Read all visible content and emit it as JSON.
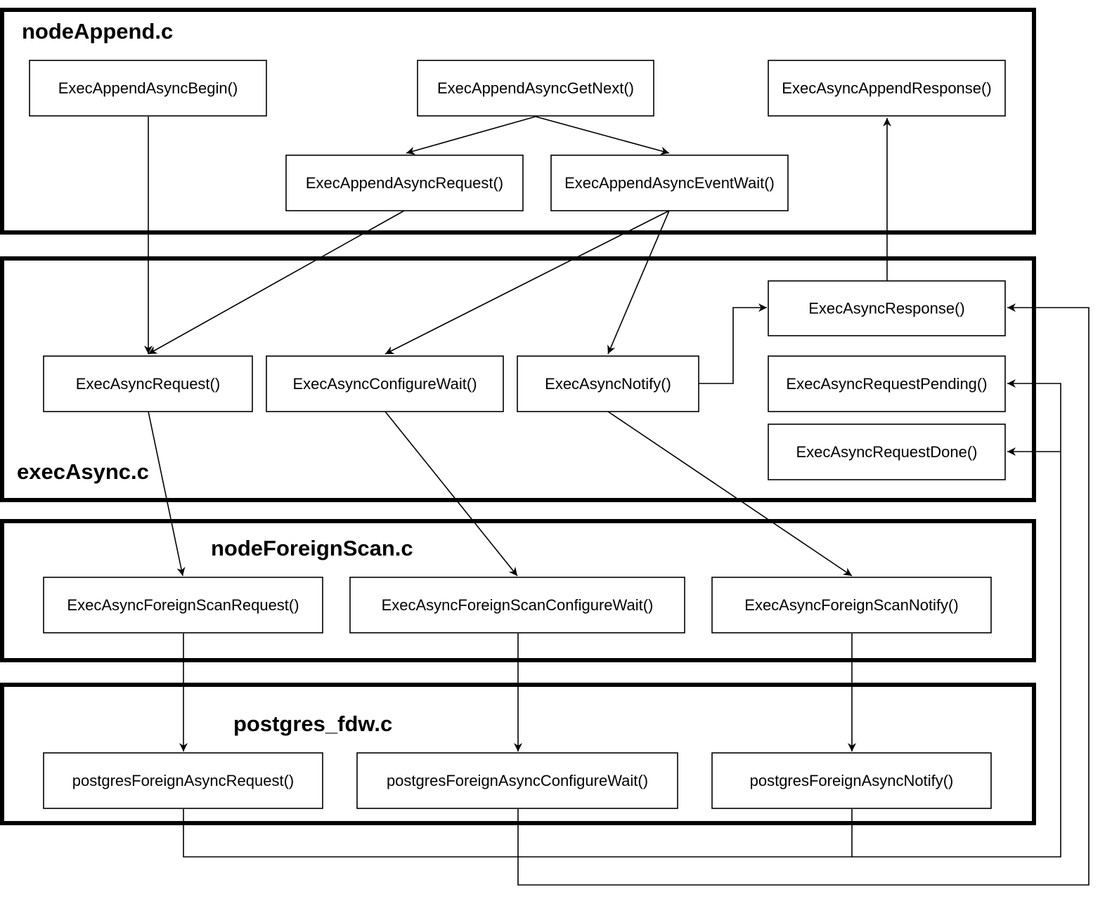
{
  "modules": {
    "node_append": "nodeAppend.c",
    "exec_async": "execAsync.c",
    "node_foreign_scan": "nodeForeignScan.c",
    "postgres_fdw": "postgres_fdw.c"
  },
  "functions": {
    "exec_append_async_begin": "ExecAppendAsyncBegin()",
    "exec_append_async_get_next": "ExecAppendAsyncGetNext()",
    "exec_async_append_response": "ExecAsyncAppendResponse()",
    "exec_append_async_request": "ExecAppendAsyncRequest()",
    "exec_append_async_event_wait": "ExecAppendAsyncEventWait()",
    "exec_async_response": "ExecAsyncResponse()",
    "exec_async_request": "ExecAsyncRequest()",
    "exec_async_configure_wait": "ExecAsyncConfigureWait()",
    "exec_async_notify": "ExecAsyncNotify()",
    "exec_async_request_pending": "ExecAsyncRequestPending()",
    "exec_async_request_done": "ExecAsyncRequestDone()",
    "exec_async_foreign_scan_request": "ExecAsyncForeignScanRequest()",
    "exec_async_foreign_scan_configure_wait": "ExecAsyncForeignScanConfigureWait()",
    "exec_async_foreign_scan_notify": "ExecAsyncForeignScanNotify()",
    "postgres_foreign_async_request": "postgresForeignAsyncRequest()",
    "postgres_foreign_async_configure_wait": "postgresForeignAsyncConfigureWait()",
    "postgres_foreign_async_notify": "postgresForeignAsyncNotify()"
  },
  "calls": [
    {
      "from": "exec_append_async_get_next",
      "to": "exec_append_async_request"
    },
    {
      "from": "exec_append_async_get_next",
      "to": "exec_append_async_event_wait"
    },
    {
      "from": "exec_append_async_begin",
      "to": "exec_async_request"
    },
    {
      "from": "exec_append_async_request",
      "to": "exec_async_request"
    },
    {
      "from": "exec_append_async_event_wait",
      "to": "exec_async_configure_wait"
    },
    {
      "from": "exec_append_async_event_wait",
      "to": "exec_async_notify"
    },
    {
      "from": "exec_async_notify",
      "to": "exec_async_response"
    },
    {
      "from": "exec_async_response",
      "to": "exec_async_append_response"
    },
    {
      "from": "exec_async_request",
      "to": "exec_async_foreign_scan_request"
    },
    {
      "from": "exec_async_configure_wait",
      "to": "exec_async_foreign_scan_configure_wait"
    },
    {
      "from": "exec_async_notify",
      "to": "exec_async_foreign_scan_notify"
    },
    {
      "from": "exec_async_foreign_scan_request",
      "to": "postgres_foreign_async_request"
    },
    {
      "from": "exec_async_foreign_scan_configure_wait",
      "to": "postgres_foreign_async_configure_wait"
    },
    {
      "from": "exec_async_foreign_scan_notify",
      "to": "postgres_foreign_async_notify"
    },
    {
      "from": "postgres_foreign_async_request",
      "to": "exec_async_request_pending"
    },
    {
      "from": "postgres_foreign_async_request",
      "to": "exec_async_request_done"
    },
    {
      "from": "postgres_foreign_async_notify",
      "to": "exec_async_request_pending"
    },
    {
      "from": "postgres_foreign_async_notify",
      "to": "exec_async_request_done"
    },
    {
      "from": "postgres_foreign_async_configure_wait",
      "to": "exec_async_response"
    }
  ]
}
